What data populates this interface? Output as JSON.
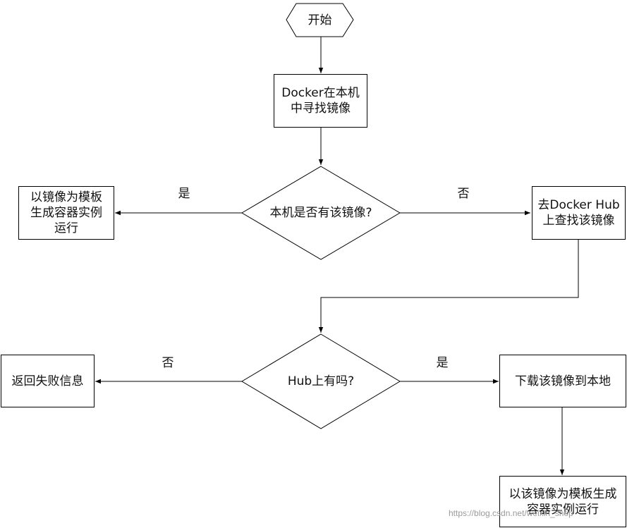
{
  "nodes": {
    "start": "开始",
    "search_local": "Docker在本机\n中寻找镜像",
    "decision_local": "本机是否有该镜像?",
    "run_local": "以镜像为模板\n生成容器实例\n运行",
    "search_hub": "去Docker Hub\n上查找该镜像",
    "decision_hub": "Hub上有吗?",
    "return_fail": "返回失败信息",
    "download": "下载该镜像到本地",
    "run_downloaded": "以该镜像为模板生成\n容器实例运行"
  },
  "edge_labels": {
    "local_yes": "是",
    "local_no": "否",
    "hub_no": "否",
    "hub_yes": "是"
  },
  "watermark": "https://blog.csdn.net/weixin_shop"
}
